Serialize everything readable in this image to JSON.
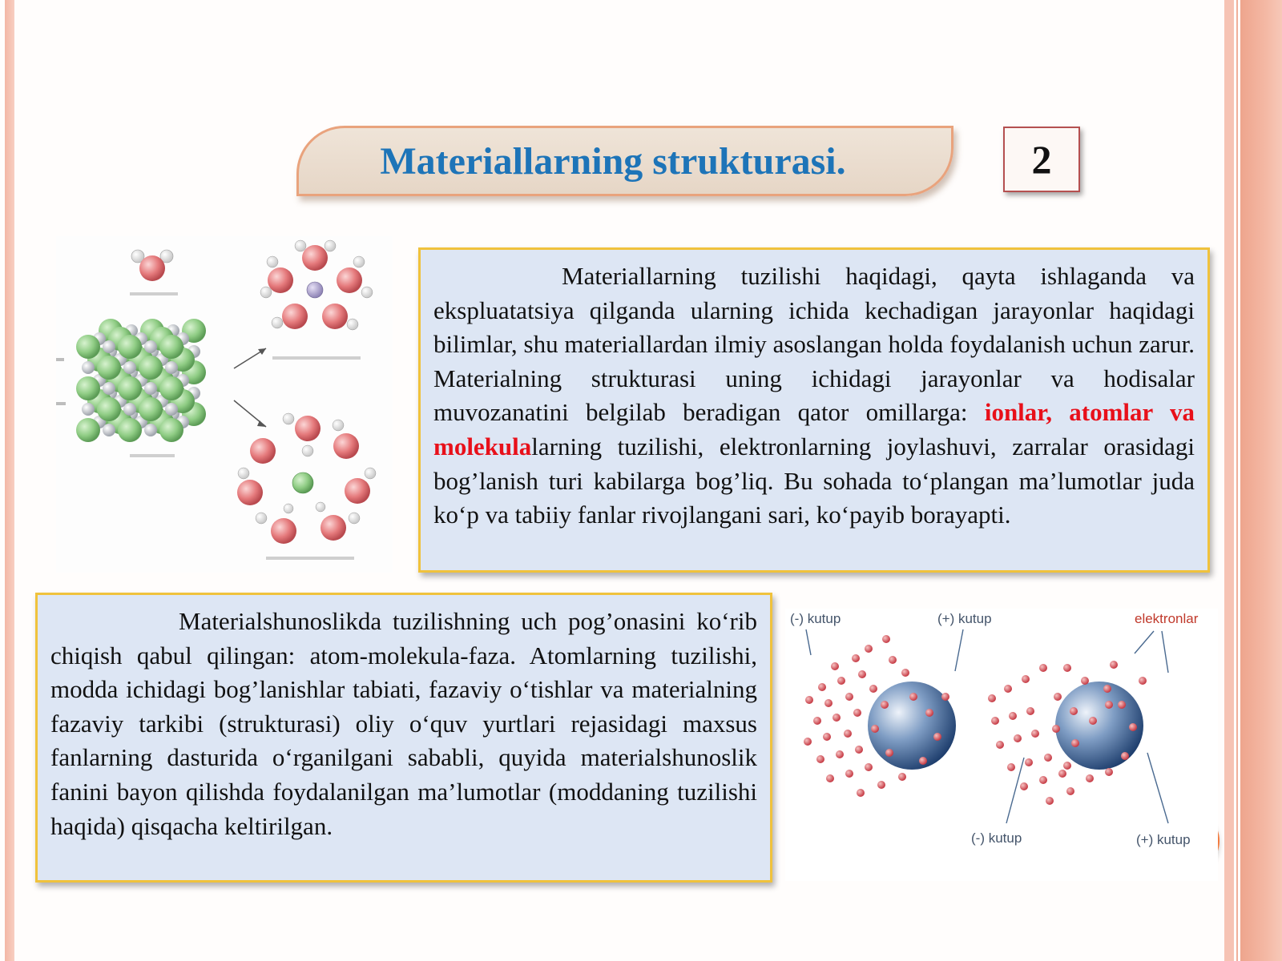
{
  "title": "Materiallarning strukturasi.",
  "slide_number": "2",
  "paragraph1": {
    "part1": "Materiallarning tuzilishi haqidagi, qayta ishlaganda va ekspluatatsiya qilganda ularning ichida kechadigan jarayonlar haqidagi bilimlar, shu materiallardan ilmiy asoslangan holda foydalanish uchun zarur. Materialning strukturasi uning ichidagi jarayonlar va hodisalar muvozanatini belgilab beradigan qator omillarga: ",
    "highlight": "ionlar, atomlar va molekula",
    "part2": "larning tuzilishi, elektronlarning joylashuvi, zarralar orasidagi bog’lanish turi kabilarga bog’liq. Bu sohada to‘plangan ma’lumotlar juda ko‘p va tabiiy fanlar rivojlangani sari, ko‘payib borayapti."
  },
  "paragraph2": "Materialshunoslikda tuzilishning uch pog’onasini ko‘rib chiqish qabul qilingan: atom-molekula-faza. Atomlarning tuzilishi, modda ichidagi bog’lanishlar tabiati, fazaviy o‘tishlar va materialning fazaviy tarkibi (strukturasi) oliy o‘quv yurtlari rejasidagi maxsus fanlarning dasturida o‘rganilgani sababli, quyida materialshunoslik fanini bayon qilishda foydalanilgan ma’lumotlar (moddaning tuzilishi haqida) qisqacha keltirilgan.",
  "atom_figure": {
    "labels": {
      "minus_pole_top": "(-) kutup",
      "plus_pole_top": "(+) kutup",
      "electrons": "elektronlar",
      "minus_pole_bottom": "(-) kutup",
      "plus_pole_bottom": "(+) kutup"
    }
  },
  "colors": {
    "title": "#1d74b8",
    "highlight": "#e8101a",
    "box_fill": "#dde6f4",
    "box_border": "#f0c23c",
    "frame": "#f4b8a4"
  }
}
